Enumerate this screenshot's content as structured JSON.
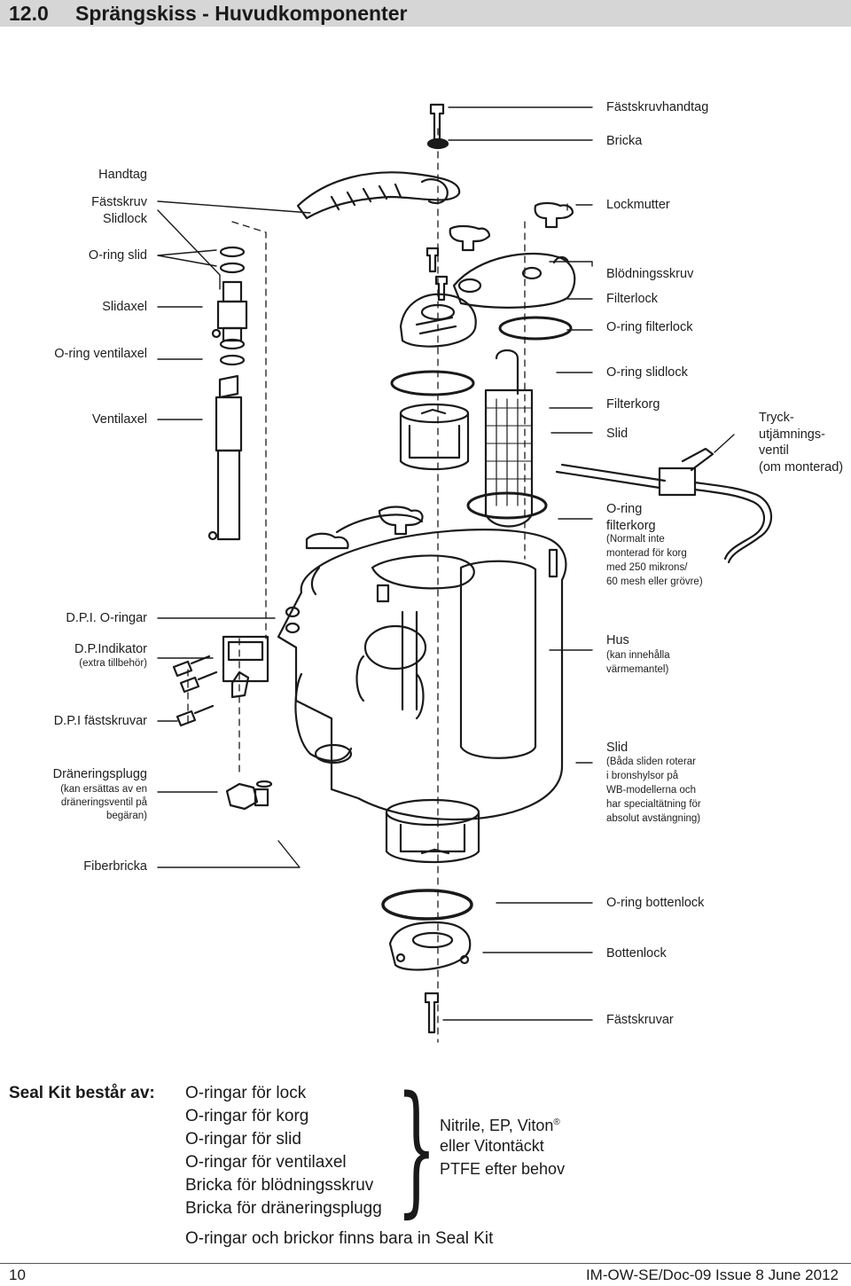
{
  "header": {
    "section": "12.0",
    "title": "Sprängskiss - Huvudkomponenter"
  },
  "left_labels": {
    "handtag": "Handtag",
    "fastskruv": "Fästskruv",
    "slidlock": "Slidlock",
    "oring_slid": "O-ring slid",
    "slidaxel": "Slidaxel",
    "oring_ventilaxel": "O-ring ventilaxel",
    "ventilaxel": "Ventilaxel",
    "dpi_oringar": "D.P.I. O-ringar",
    "dp_indikator": "D.P.Indikator",
    "dp_indikator_note": "(extra tillbehör)",
    "dpi_fastskruvar": "D.P.I fästskruvar",
    "draneringsplugg": "Dräneringsplugg",
    "draneringsplugg_note_1": "(kan ersättas av en",
    "draneringsplugg_note_2": "dräneringsventil på",
    "draneringsplugg_note_3": "begäran)",
    "fiberbricka": "Fiberbricka"
  },
  "right_labels": {
    "fastskruvhandtag": "Fästskruvhandtag",
    "bricka": "Bricka",
    "lockmutter": "Lockmutter",
    "blodningsskruv": "Blödningsskruv",
    "filterlock": "Filterlock",
    "oring_filterlock": "O-ring filterlock",
    "oring_slidlock": "O-ring slidlock",
    "filterkorg": "Filterkorg",
    "slid": "Slid",
    "tryck_1": "Tryck-",
    "tryck_2": "utjämnings-",
    "tryck_3": "ventil",
    "tryck_4": "(om  monterad)",
    "oring_filterkorg_1": "O-ring",
    "oring_filterkorg_2": "filterkorg",
    "oring_filterkorg_note_1": "(Normalt inte",
    "oring_filterkorg_note_2": "monterad för korg",
    "oring_filterkorg_note_3": "med 250 mikrons/",
    "oring_filterkorg_note_4": "60 mesh eller grövre)",
    "hus": "Hus",
    "hus_note_1": "(kan innehålla",
    "hus_note_2": "värmemantel)",
    "slid2": "Slid",
    "slid2_note_1": "(Båda sliden roterar",
    "slid2_note_2": "i bronshylsor på",
    "slid2_note_3": "WB-modellerna och",
    "slid2_note_4": "har specialtätning för",
    "slid2_note_5": "absolut avstängning)",
    "oring_bottenlock": "O-ring bottenlock",
    "bottenlock": "Bottenlock",
    "fastskruvar": "Fästskruvar"
  },
  "seal_kit": {
    "heading": "Seal Kit består av:",
    "items": [
      "O-ringar för lock",
      "O-ringar för korg",
      "O-ringar för slid",
      "O-ringar för ventilaxel",
      "Bricka för blödningsskruv",
      "Bricka för dräneringsplugg"
    ],
    "materials_1": "Nitrile, EP, Viton",
    "materials_reg": "®",
    "materials_2": "eller Vitontäckt",
    "materials_3": "PTFE efter behov",
    "note": "O-ringar och brickor finns bara in Seal Kit"
  },
  "footer": {
    "page": "10",
    "doc": "IM-OW-SE/Doc-09 Issue 8 June 2012"
  },
  "colors": {
    "title_bar": "#d6d6d6",
    "ink": "#1a1a1a"
  }
}
